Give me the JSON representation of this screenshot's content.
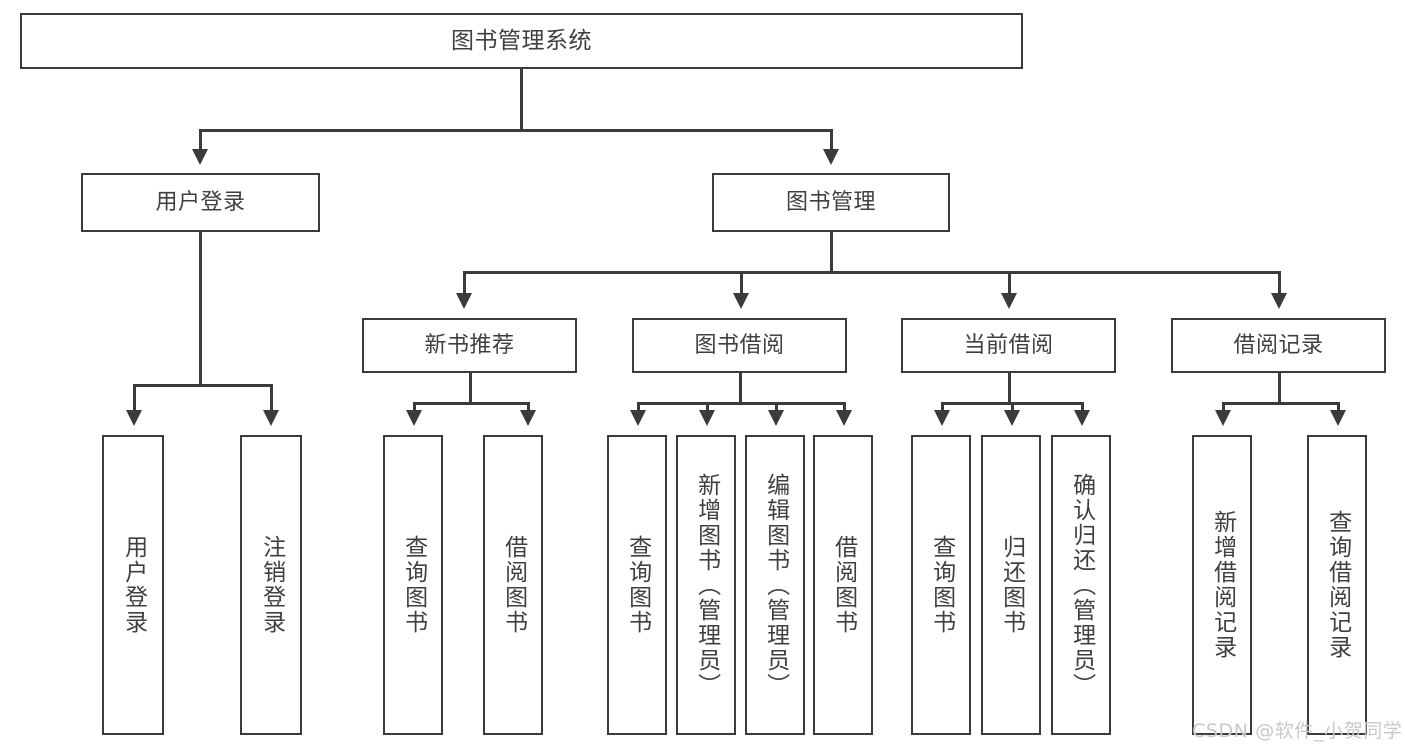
{
  "diagram": {
    "title": "图书管理系统",
    "type": "tree",
    "root": {
      "label": "图书管理系统"
    },
    "level1": [
      {
        "label": "用户登录"
      },
      {
        "label": "图书管理"
      }
    ],
    "level2": [
      {
        "label": "新书推荐"
      },
      {
        "label": "图书借阅"
      },
      {
        "label": "当前借阅"
      },
      {
        "label": "借阅记录"
      }
    ],
    "leaves": {
      "user_login": [
        {
          "label": "用户登录"
        },
        {
          "label": "注销登录"
        }
      ],
      "new_book_recommend": [
        {
          "label": "查询图书"
        },
        {
          "label": "借阅图书"
        }
      ],
      "book_borrow": [
        {
          "label": "查询图书"
        },
        {
          "label": "新增图书（管理员）"
        },
        {
          "label": "编辑图书（管理员）"
        },
        {
          "label": "借阅图书"
        }
      ],
      "current_borrow": [
        {
          "label": "查询图书"
        },
        {
          "label": "归还图书"
        },
        {
          "label": "确认归还（管理员）"
        }
      ],
      "borrow_record": [
        {
          "label": "新增借阅记录"
        },
        {
          "label": "查询借阅记录"
        }
      ]
    }
  },
  "watermark": {
    "text": "CSDN @软件_小贺同学"
  },
  "colors": {
    "stroke": "#3b3b3b",
    "text": "#404040",
    "background": "#ffffff",
    "watermark": "#c9c9c9"
  }
}
